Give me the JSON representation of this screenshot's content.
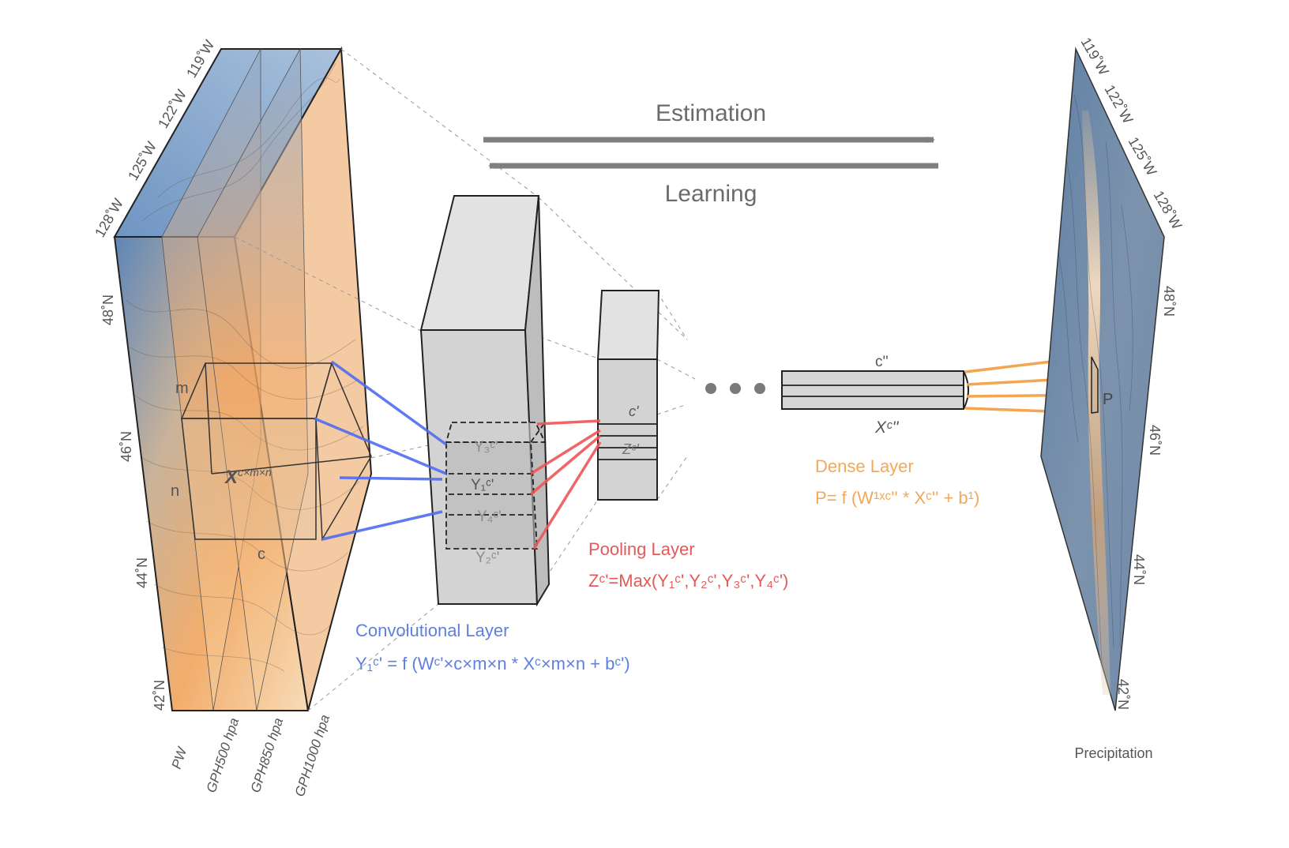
{
  "colors": {
    "conv": "#4f6df0",
    "pool": "#ee5555",
    "dense": "#f4a54f",
    "arrow": "#7f7f7f",
    "box_fill": "#d4d4d4",
    "map_blue": "#6f90b8",
    "map_orange": "#f0a86a"
  },
  "arrows": {
    "estimation": "Estimation",
    "learning": "Learning"
  },
  "input": {
    "lon_labels": [
      "128˚W",
      "125˚W",
      "122˚W",
      "119˚W"
    ],
    "lat_labels": [
      "48˚N",
      "46˚N",
      "44˚N",
      "42˚N"
    ],
    "channels": [
      "PW",
      "GPH500 hpa",
      "GPH850 hpa",
      "GPH1000 hpa"
    ],
    "dim_m": "m",
    "dim_n": "n",
    "dim_c": "c",
    "tensor_label": "X",
    "tensor_sup": "c×m×n"
  },
  "conv_layer": {
    "title": "Convolutional Layer",
    "formula": "Y₁ᶜ' = f (Wᶜ'×c×m×n * Xᶜ×m×n + bᶜ')",
    "feature_labels": [
      "Y₃ᶜ'",
      "Y₁ᶜ'",
      "Y₄ᶜ'",
      "Y₂ᶜ'"
    ]
  },
  "pool_layer": {
    "title": "Pooling Layer",
    "formula": "Zᶜ'=Max(Y₁ᶜ',Y₂ᶜ',Y₃ᶜ',Y₄ᶜ')",
    "c_label": "c'",
    "z_label": "Zᶜ'"
  },
  "dense_layer": {
    "ellipsis": "• • •",
    "c_label": "c''",
    "x_label": "Xᶜ''",
    "title": "Dense Layer",
    "formula": "P= f (W¹ˣᶜ'' * Xᶜ'' + b¹)"
  },
  "output": {
    "lon_labels": [
      "119˚W",
      "122˚W",
      "125˚W",
      "128˚W"
    ],
    "lat_labels": [
      "48˚N",
      "46˚N",
      "44˚N",
      "42˚N"
    ],
    "p_label": "P",
    "caption": "Precipitation"
  }
}
